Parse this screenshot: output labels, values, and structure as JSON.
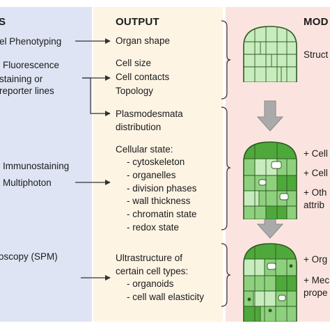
{
  "headers": {
    "left": "S",
    "output": "OUTPUT",
    "right": "MOD"
  },
  "left": {
    "item1": "el Phenotyping",
    "item2_line1": "Fluorescence",
    "item2_line2": "staining or",
    "item2_line3": "reporter lines",
    "item3": "Immunostaining",
    "item4": "Multiphoton",
    "item5": "oscopy (SPM)"
  },
  "output": {
    "organ_shape": "Organ shape",
    "cell_size": "Cell size",
    "cell_contacts": "Cell contacts",
    "topology": "Topology",
    "plasmo_line1": "Plasmodesmata",
    "plasmo_line2": "distribution",
    "cellular_state": "Cellular state:",
    "state_items": [
      "- cytoskeleton",
      "- organelles",
      "- division phases",
      "- wall thickness",
      "- chromatin state",
      "- redox state"
    ],
    "ultra_line1": "Ultrastructure of",
    "ultra_line2": "certain cell types:",
    "ultra_items": [
      "- organoids",
      "- cell wall elasticity"
    ]
  },
  "right": {
    "struct": "Struct",
    "cell1": "+ Cell",
    "cell2": "+ Cell",
    "oth_line1": "+ Oth",
    "oth_line2": "attrib",
    "org": "+ Org",
    "med_line1": "+ Mec",
    "med_line2": "prope"
  },
  "colors": {
    "left_panel": "#dfe4f4",
    "mid_panel": "#fdf4e4",
    "right_panel": "#fbe4df",
    "cell_light": "#c8ecbe",
    "cell_mid": "#8fd07e",
    "cell_dark": "#4fa83b",
    "outline": "#2c5a22",
    "arrow": "#aaaaaa"
  }
}
